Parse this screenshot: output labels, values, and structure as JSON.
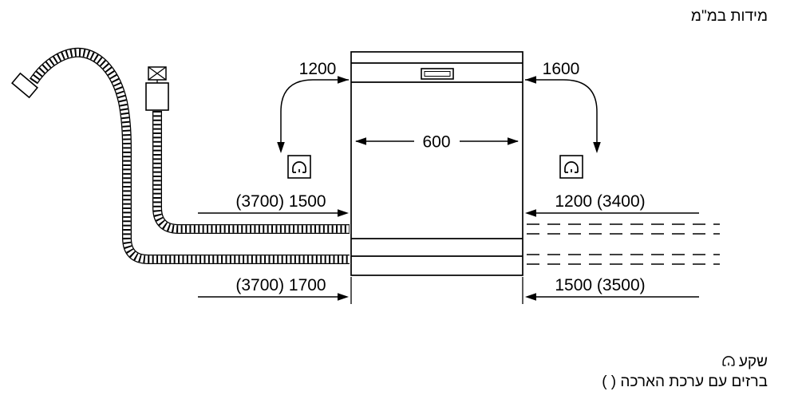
{
  "title": {
    "units_note": "מידות במ\"מ"
  },
  "dimensions": {
    "socket_left": "1200",
    "socket_right": "1600",
    "width": "600",
    "supply_left": "(3700) 1500",
    "supply_right": "1200 (3400)",
    "drain_left": "(3700) 1700",
    "drain_right": "1500 (3500)"
  },
  "legend": {
    "socket_label": "שקע",
    "taps_label": "( ) ברזים עם ערכת הארכה"
  },
  "colors": {
    "line": "#000000",
    "background": "#ffffff"
  }
}
